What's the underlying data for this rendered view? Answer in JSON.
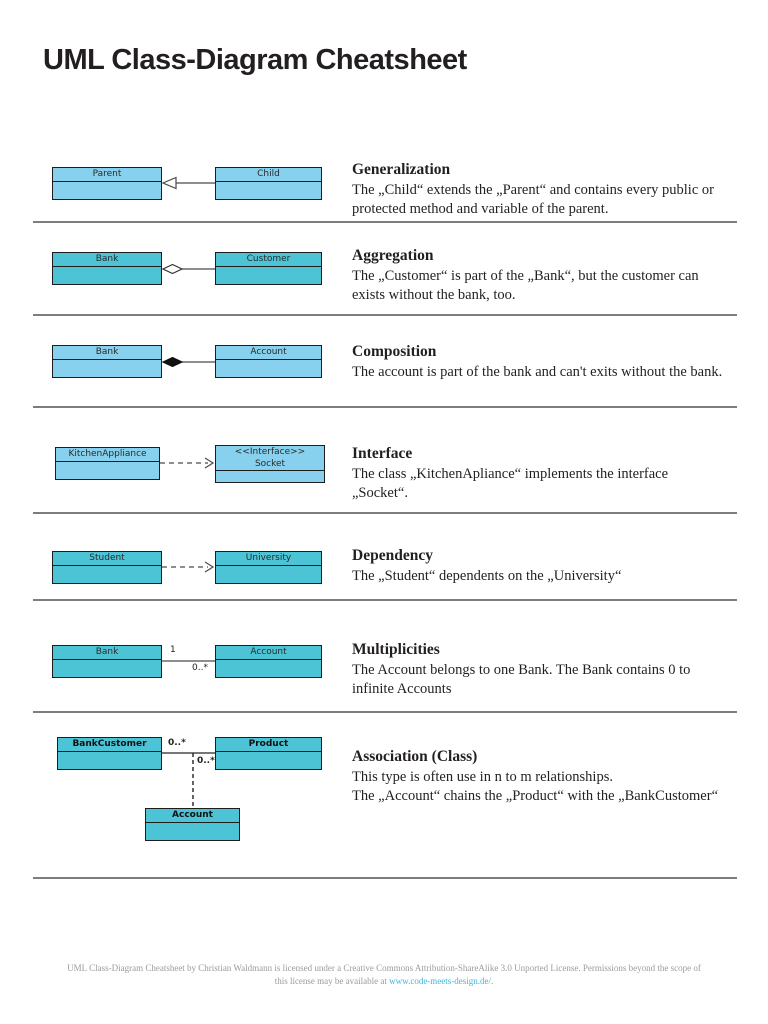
{
  "page": {
    "title": "UML Class-Diagram Cheatsheet"
  },
  "colors": {
    "box_light": "#87d0ee",
    "box_teal": "#4cc4d6",
    "link": "#3ab6e0",
    "divider": "#7d7d7d"
  },
  "sections": [
    {
      "heading": "Generalization",
      "body": "The „Child“ extends the „Parent“ and contains every public or protected method and variable of the parent.",
      "left_class": "Parent",
      "right_class": "Child",
      "box_fill": "#87d0ee"
    },
    {
      "heading": "Aggregation",
      "body": "The „Customer“ is part of the „Bank“, but the customer can exists without the bank, too.",
      "left_class": "Bank",
      "right_class": "Customer",
      "box_fill": "#4cc4d6"
    },
    {
      "heading": "Composition",
      "body": "The account is part of the bank and can't exits without the bank.",
      "left_class": "Bank",
      "right_class": "Account",
      "box_fill": "#87d0ee"
    },
    {
      "heading": "Interface",
      "body": "The class „KitchenApliance“ implements the interface „Socket“.",
      "left_class": "KitchenAppliance",
      "right_class_stereotype": "<<Interface>>",
      "right_class": "Socket",
      "box_fill": "#87d0ee"
    },
    {
      "heading": "Dependency",
      "body": "The „Student“ dependents on the „University“",
      "left_class": "Student",
      "right_class": "University",
      "box_fill": "#4cc4d6"
    },
    {
      "heading": "Multiplicities",
      "body": "The Account belongs to one Bank. The Bank contains 0 to infinite Accounts",
      "left_class": "Bank",
      "right_class": "Account",
      "multiplicity_left": "1",
      "multiplicity_right": "0..*",
      "box_fill": "#4cc4d6"
    },
    {
      "heading": "Association (Class)",
      "body_line1": "This type is often use in n to m relationships.",
      "body_line2": "The „Account“ chains the „Product“ with the „BankCustomer“",
      "left_class": "BankCustomer",
      "right_class": "Product",
      "association_class": "Account",
      "multiplicity_left": "0..*",
      "multiplicity_right": "0..*",
      "box_fill": "#4cc4d6"
    }
  ],
  "footer": {
    "line1": "UML Class-Diagram Cheatsheet by Christian Waldmann is licensed under a Creative Commons Attribution-ShareAlike 3.0 Unported License. Permissions beyond the scope of",
    "line2_prefix": "this license may be available at ",
    "link_text": "www.code-meets-design.de/."
  }
}
